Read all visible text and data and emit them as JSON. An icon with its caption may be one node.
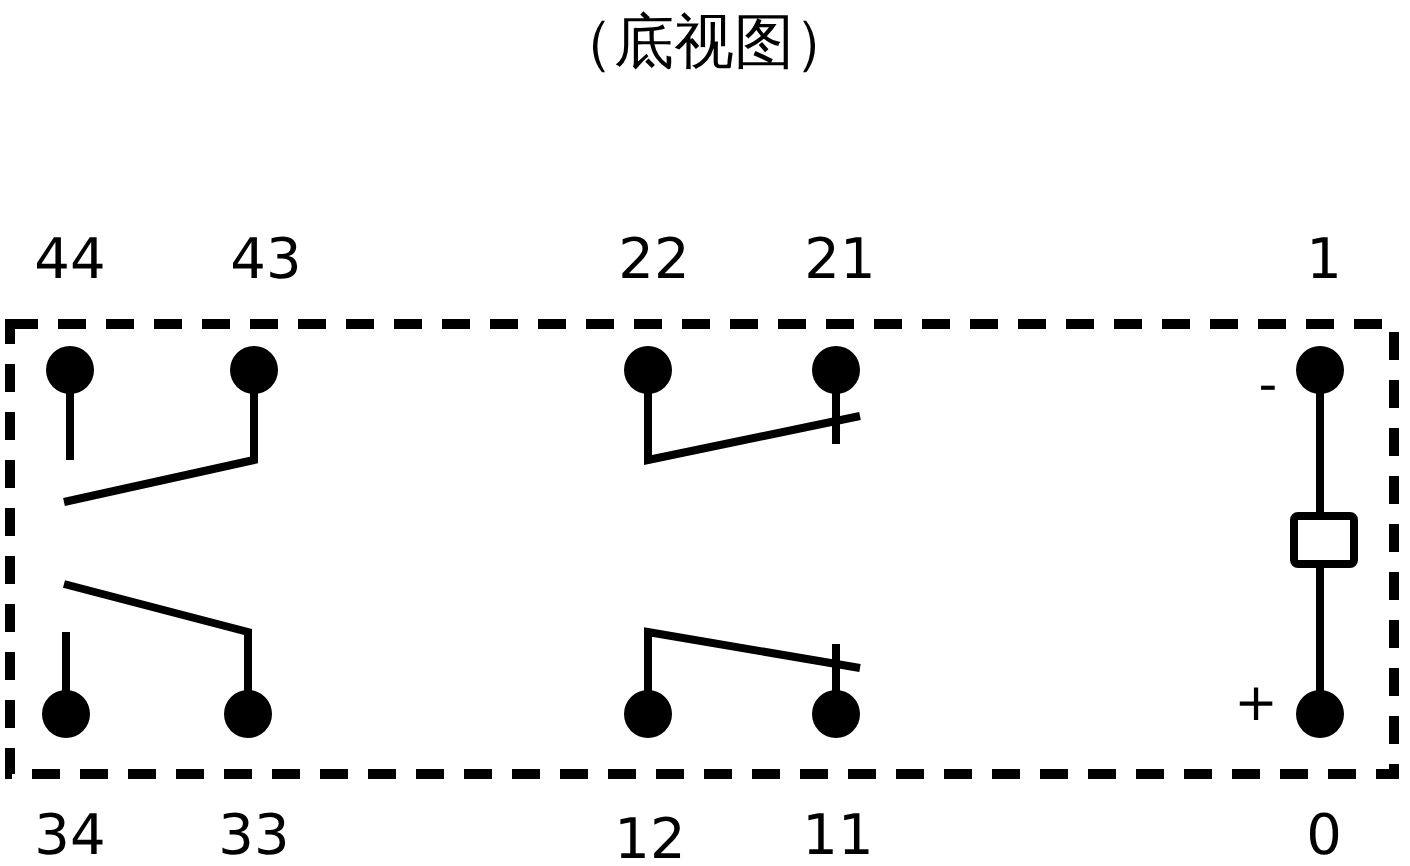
{
  "diagram": {
    "title": "（底视图）",
    "labels": [
      "44",
      "43",
      "22",
      "21",
      "1",
      "-",
      "+",
      "34",
      "33",
      "12",
      "11",
      "0"
    ]
  }
}
